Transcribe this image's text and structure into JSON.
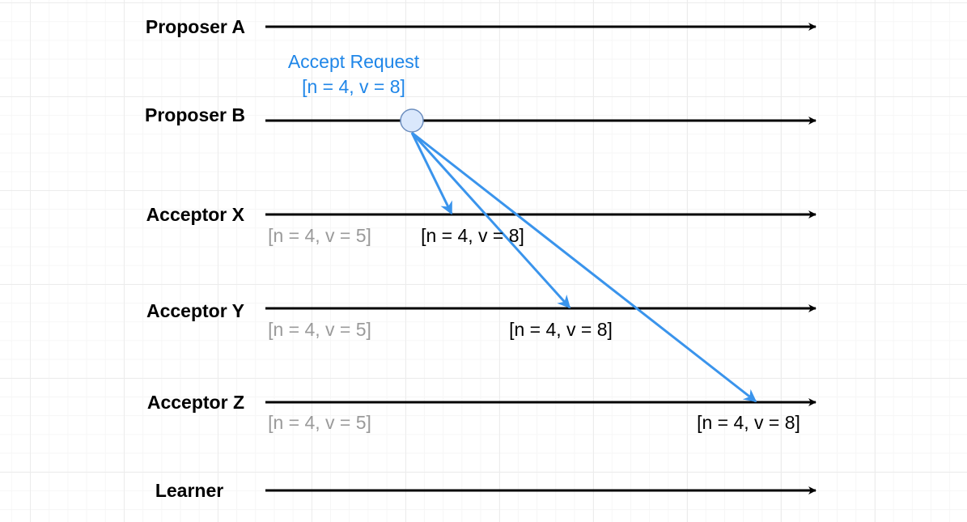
{
  "diagram": {
    "lanes": [
      {
        "label": "Proposer A"
      },
      {
        "label": "Proposer B"
      },
      {
        "label": "Acceptor X",
        "prior_value": "[n = 4, v = 5]",
        "new_value": "[n = 4, v = 8]"
      },
      {
        "label": "Acceptor Y",
        "prior_value": "[n = 4, v = 5]",
        "new_value": "[n = 4, v = 8]"
      },
      {
        "label": "Acceptor Z",
        "prior_value": "[n = 4, v = 5]",
        "new_value": "[n = 4, v = 8]"
      },
      {
        "label": "Learner"
      }
    ],
    "message": {
      "title": "Accept Request",
      "payload": "[n = 4, v = 8]",
      "from": "Proposer B",
      "to": [
        "Acceptor X",
        "Acceptor Y",
        "Acceptor Z"
      ]
    },
    "colors": {
      "timeline": "#000000",
      "message": "#3a94ec",
      "message_text": "#1f86e8",
      "prior_value_text": "#9a9a9a",
      "new_value_text": "#000000",
      "node_fill": "#dae8fc",
      "node_stroke": "#6c8ebf"
    }
  }
}
